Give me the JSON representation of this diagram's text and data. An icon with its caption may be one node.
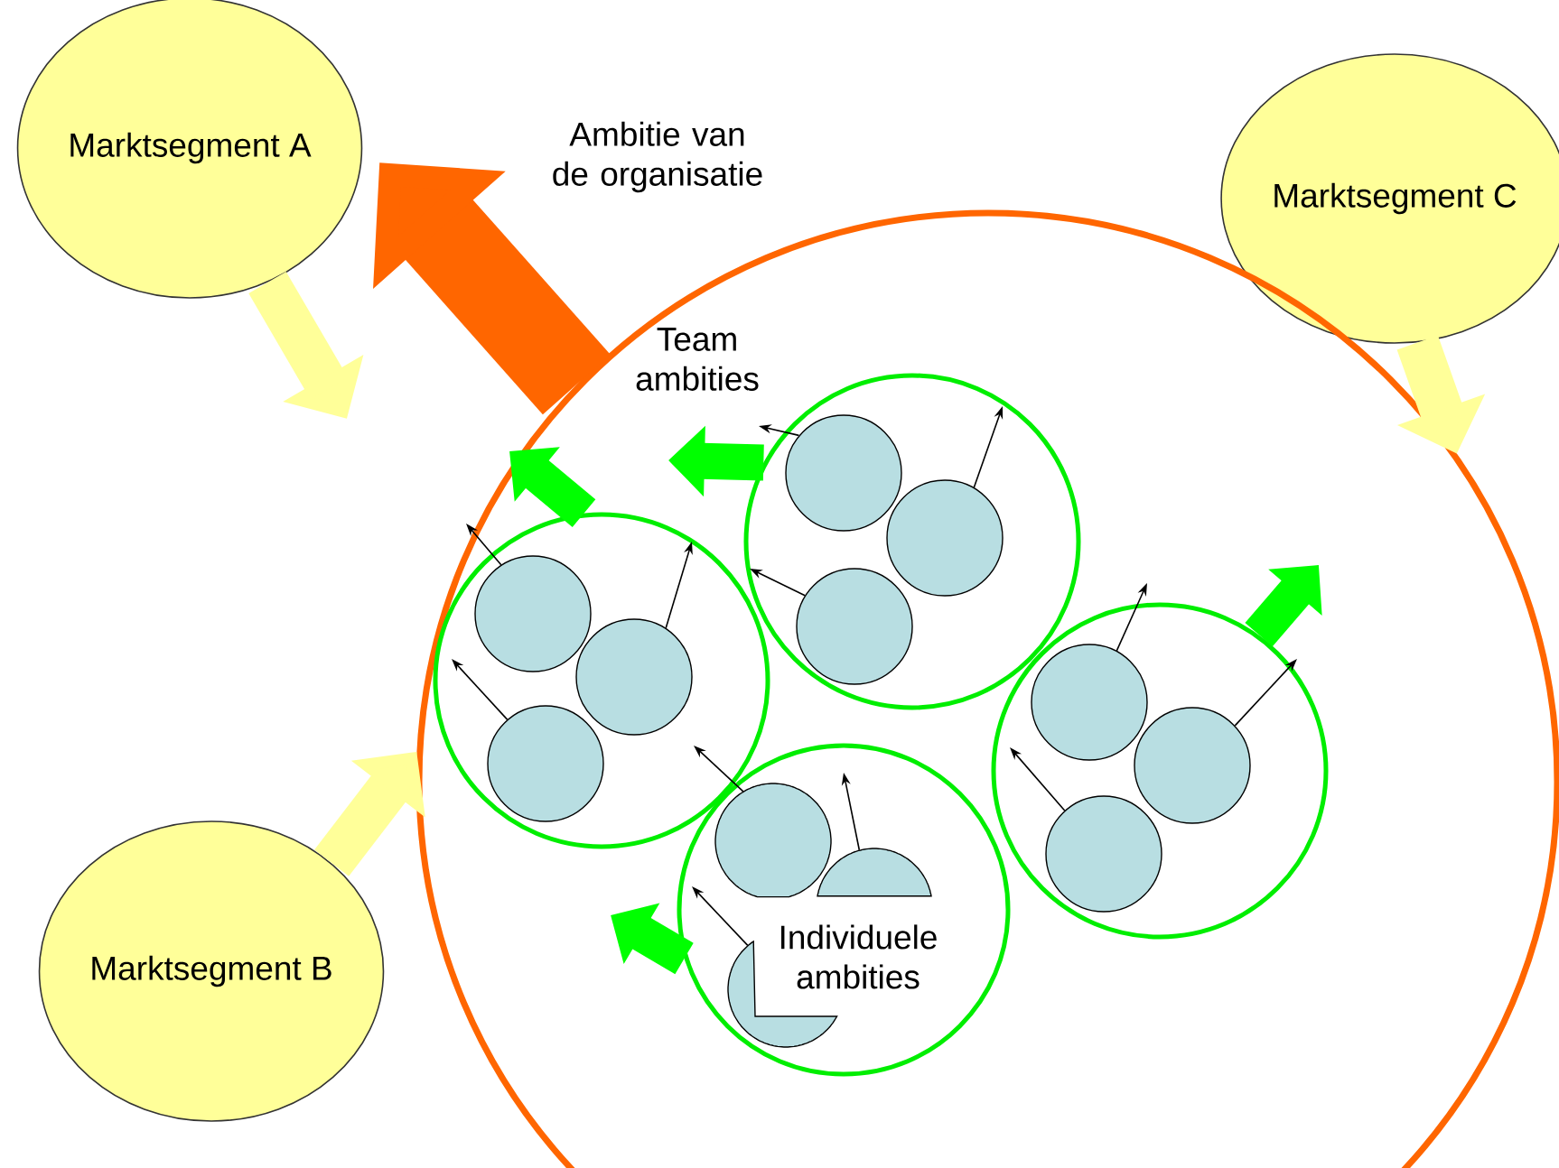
{
  "diagram": {
    "nodes": [
      {
        "text": [
          "Marktsegment A"
        ]
      },
      {
        "text": [
          "Marktsegment C"
        ]
      },
      {
        "text": [],
        "shape": "circle"
      },
      {
        "text": [],
        "shape": "circle",
        "in": 2
      },
      {
        "text": [],
        "shape": "circle",
        "in": 3
      },
      {
        "text": [],
        "shape": "circle",
        "in": 3
      },
      {
        "text": [],
        "shape": "circle",
        "in": 3
      },
      {
        "text": [],
        "shape": "circle",
        "in": 2
      },
      {
        "text": [],
        "shape": "circle",
        "in": 7
      },
      {
        "text": [],
        "shape": "circle",
        "in": 7
      },
      {
        "text": [],
        "shape": "circle",
        "in": 7
      },
      {
        "text": [],
        "shape": "circle",
        "in": 2
      },
      {
        "text": [],
        "shape": "circle",
        "in": 11
      },
      {
        "text": [],
        "shape": "circle",
        "in": 11
      },
      {
        "text": [],
        "shape": "circle",
        "in": 11
      },
      {
        "text": [],
        "shape": "circle",
        "in": 2
      },
      {
        "text": [],
        "shape": "circle",
        "in": 15
      },
      {
        "text": [],
        "shape": "circle",
        "in": 15
      },
      {
        "text": [],
        "shape": "circle",
        "in": 15
      },
      {
        "text": [
          "Marktsegment B"
        ]
      }
    ],
    "edges": [
      {
        "from": 0,
        "to": null,
        "arrow": "to",
        "style": "thick",
        "color": "#ffff99"
      },
      {
        "from": 1,
        "to": 2,
        "arrow": "to",
        "style": "thick",
        "color": "#ffff99"
      },
      {
        "from": 19,
        "to": 2,
        "arrow": "to",
        "style": "thick",
        "color": "#ffff99"
      },
      {
        "from": 2,
        "to": null,
        "arrow": "to",
        "style": "thick",
        "color": "#ff6600"
      },
      {
        "from": 3,
        "to": null,
        "arrow": "to",
        "style": "thick",
        "color": "#00ff00"
      },
      {
        "from": 7,
        "to": null,
        "arrow": "to",
        "style": "thick",
        "color": "#00ff00"
      },
      {
        "from": 11,
        "to": null,
        "arrow": "to",
        "style": "thick",
        "color": "#00ff00"
      },
      {
        "from": 15,
        "to": null,
        "arrow": "to",
        "style": "thick",
        "color": "#00ff00"
      },
      {
        "from": 4,
        "to": null,
        "arrow": "to"
      },
      {
        "from": 5,
        "to": null,
        "arrow": "to"
      },
      {
        "from": 6,
        "to": null,
        "arrow": "to"
      },
      {
        "from": 8,
        "to": null,
        "arrow": "to"
      },
      {
        "from": 9,
        "to": null,
        "arrow": "to"
      },
      {
        "from": 10,
        "to": null,
        "arrow": "to"
      },
      {
        "from": 12,
        "to": null,
        "arrow": "to"
      },
      {
        "from": 13,
        "to": null,
        "arrow": "to"
      },
      {
        "from": 14,
        "to": null,
        "arrow": "to"
      },
      {
        "from": 16,
        "to": null,
        "arrow": "to"
      },
      {
        "from": 17,
        "to": null,
        "arrow": "to"
      },
      {
        "from": 18,
        "to": null,
        "arrow": "to"
      }
    ],
    "labels": [
      "Ambitie van de organisatie",
      "Team ambities",
      "Individuele ambities"
    ]
  }
}
